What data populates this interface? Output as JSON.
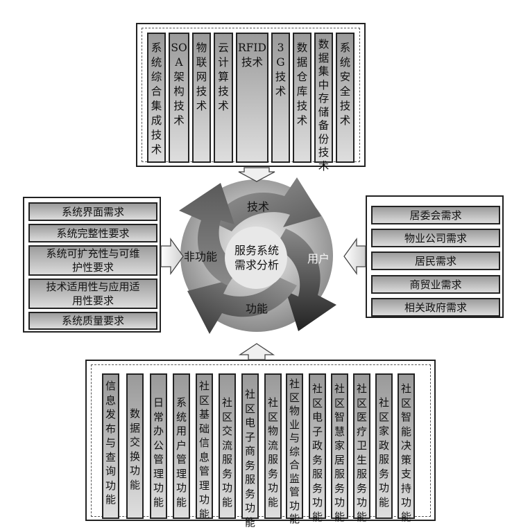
{
  "top_group": {
    "items": [
      "系统综合集成技术",
      "SOA架构技术",
      "物联网技术",
      "云计算技术",
      "RFID技术",
      "3G技术",
      "数据仓库技术",
      "数据集中存储备份技术",
      "系统安全技术"
    ]
  },
  "left_group": {
    "items": [
      "系统界面需求",
      "系统完整性要求",
      "系统可扩充性与可维护性要求",
      "技术适用性与应用适用性要求",
      "系统质量要求"
    ]
  },
  "right_group": {
    "items": [
      "居委会需求",
      "物业公司需求",
      "居民需求",
      "商贸业需求",
      "相关政府需求"
    ]
  },
  "bottom_group": {
    "items": [
      "信息发布与查询功能",
      "数据交换功能",
      "日常办公管理功能",
      "系统用户管理功能",
      "社区基础信息管理功能",
      "社区交流服务功能",
      "社区电子商务服务功能",
      "社区物流服务功能",
      "社区物业与综合监管功能",
      "社区电子政务服务功能",
      "社区智慧家居服务功能",
      "社区医疗卫生服务功能",
      "社区家政服务功能",
      "社区智能决策支持功能"
    ]
  },
  "cycle": {
    "center_line1": "服务系统",
    "center_line2": "需求分析",
    "top_label": "技术",
    "right_label": "用户",
    "bottom_label": "功能",
    "left_label": "非功能"
  }
}
